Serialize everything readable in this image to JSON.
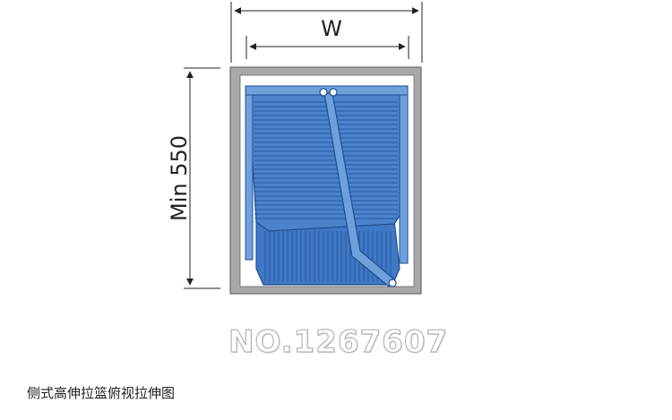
{
  "diagram": {
    "width_label": "W",
    "depth_label": "Min 550",
    "model_number": "NO.1267607",
    "caption": "侧式高伸拉篮俯视拉伸图"
  },
  "colors": {
    "cabinet_fill": "#a9a9ab",
    "cabinet_inner": "#ffffff",
    "basket_blue": "#3f78c4",
    "basket_light": "#6ea0dc",
    "basket_dark": "#1f4f8f",
    "line": "#222222"
  }
}
